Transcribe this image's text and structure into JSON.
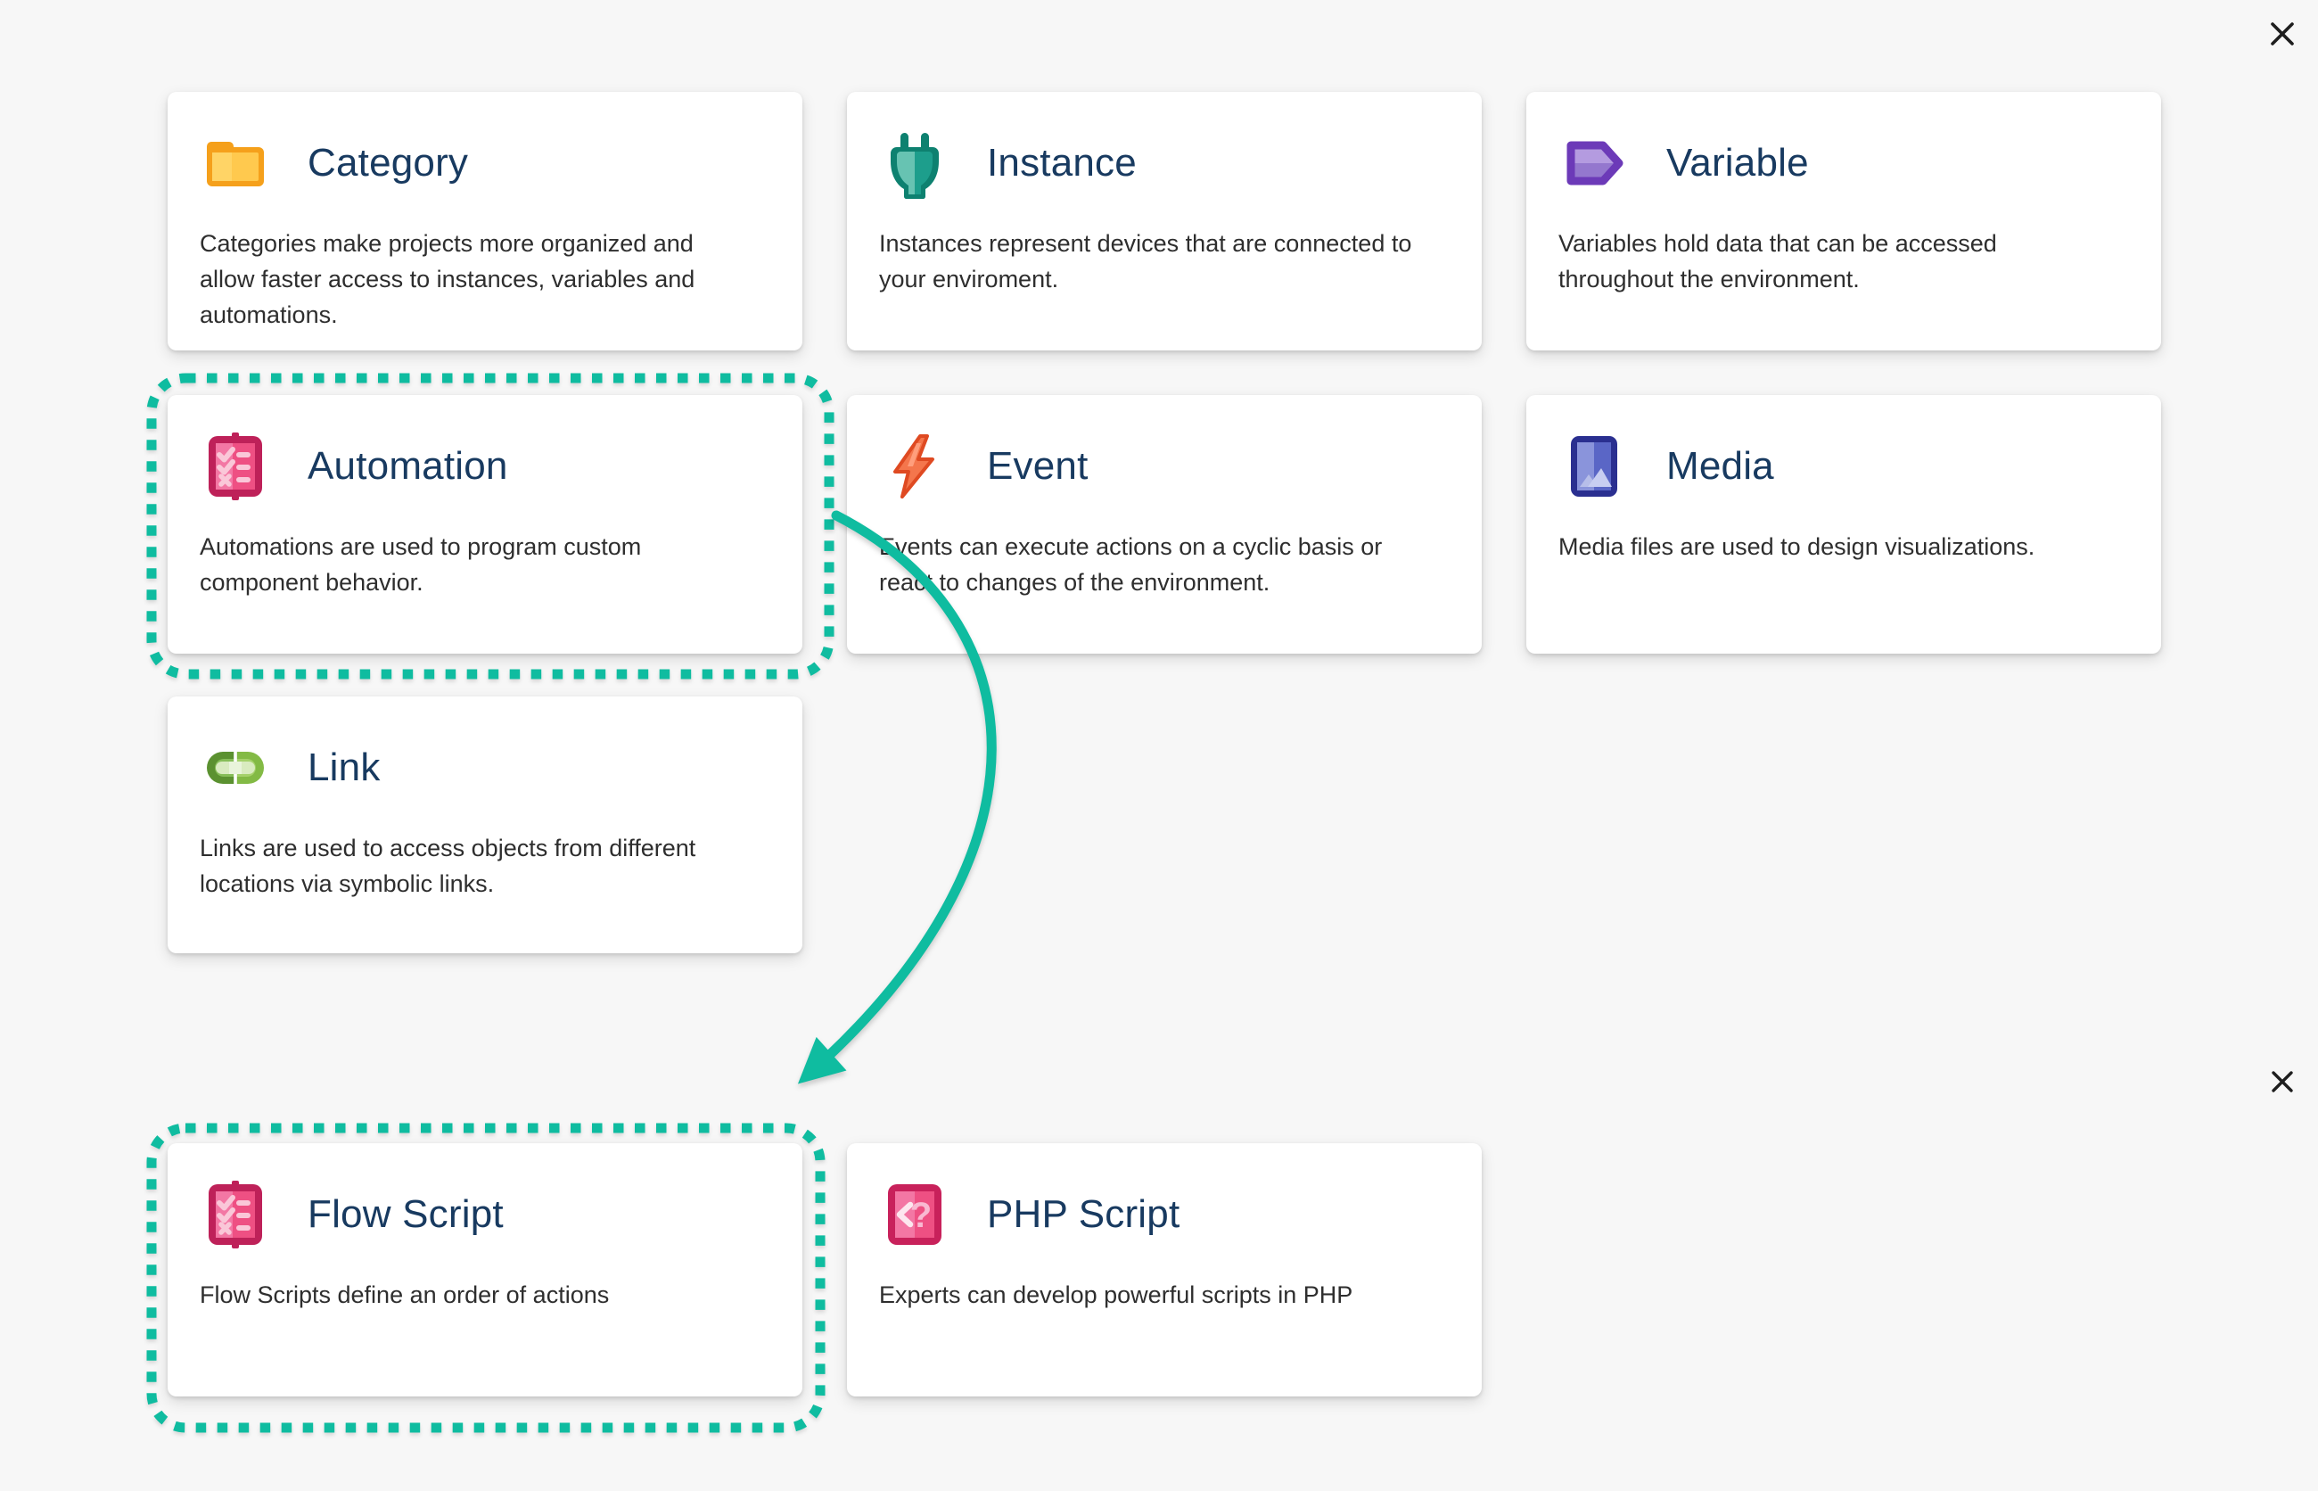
{
  "colors": {
    "page_bg": "#f7f7f7",
    "card_bg": "#ffffff",
    "title": "#183a60",
    "text": "#2e2e2e",
    "accent_teal": "#0fbca0",
    "close": "#1e1e1e"
  },
  "cards": [
    {
      "title": "Category",
      "icon": "folder-icon",
      "description": "Categories make projects more organized and allow faster access to instances, variables and automations."
    },
    {
      "title": "Instance",
      "icon": "plug-icon",
      "description": "Instances represent devices that are connected to your enviroment."
    },
    {
      "title": "Variable",
      "icon": "variable-tag-icon",
      "description": "Variables hold data that can be accessed throughout the environment."
    },
    {
      "title": "Automation",
      "icon": "checklist-icon",
      "description": "Automations are used to program custom component behavior.",
      "highlighted": true
    },
    {
      "title": "Event",
      "icon": "lightning-icon",
      "description": "Events can execute actions on a cyclic basis or react to changes of the environment."
    },
    {
      "title": "Media",
      "icon": "media-image-icon",
      "description": "Media files are used to design visualizations."
    },
    {
      "title": "Link",
      "icon": "chain-link-icon",
      "description": "Links are used to access objects from different locations via symbolic links."
    },
    {
      "title": "Flow Script",
      "icon": "checklist-icon",
      "description": "Flow Scripts define an order of actions",
      "highlighted": true
    },
    {
      "title": "PHP Script",
      "icon": "php-code-icon",
      "description": "Experts can develop powerful scripts in PHP"
    }
  ],
  "annotation": {
    "highlight_style": "teal dashed rounded rectangle",
    "highlighted_cards": [
      "Automation",
      "Flow Script"
    ],
    "arrow_from": "Automation",
    "arrow_to": "Flow Script"
  },
  "close_buttons": [
    {
      "position": "top-right",
      "icon": "close-icon"
    },
    {
      "position": "section-right",
      "icon": "close-icon"
    }
  ]
}
